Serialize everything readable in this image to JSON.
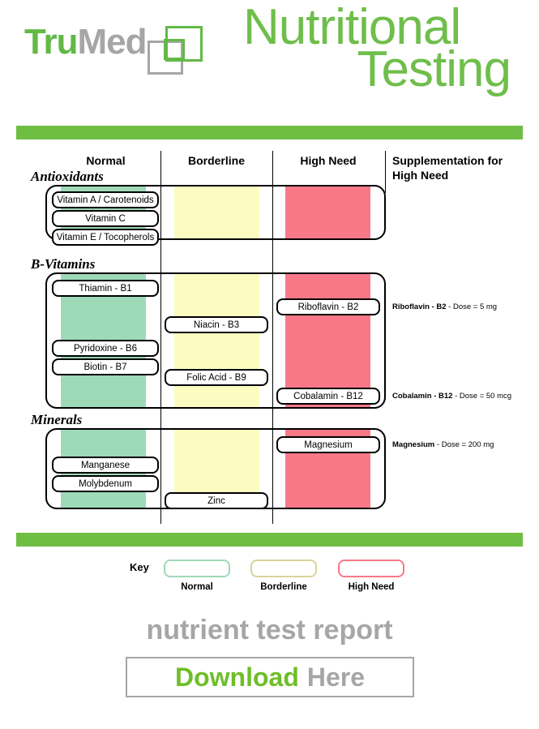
{
  "brand": {
    "name_part1": "Tru",
    "name_part2": "Med",
    "title_line1": "Nutritional",
    "title_line2": "Testing"
  },
  "colors": {
    "brand_green": "#62b946",
    "brand_gray": "#a6a6a6",
    "rule_green": "#6fbe44",
    "band_normal": "#9ed9b8",
    "band_borderline": "#fcfcc0",
    "band_high_need": "#f87888"
  },
  "columns": {
    "normal": "Normal",
    "borderline": "Borderline",
    "high_need": "High Need",
    "supplementation": "Supplementation for High Need"
  },
  "sections": [
    {
      "label": "Antioxidants",
      "nutrients": [
        {
          "name": "Vitamin A / Carotenoids",
          "status": "Normal"
        },
        {
          "name": "Vitamin C",
          "status": "Normal"
        },
        {
          "name": "Vitamin E / Tocopherols",
          "status": "Normal"
        }
      ]
    },
    {
      "label": "B-Vitamins",
      "nutrients": [
        {
          "name": "Thiamin - B1",
          "status": "Normal"
        },
        {
          "name": "Riboflavin - B2",
          "status": "High Need"
        },
        {
          "name": "Niacin - B3",
          "status": "Borderline"
        },
        {
          "name": "Pyridoxine - B6",
          "status": "Normal"
        },
        {
          "name": "Biotin - B7",
          "status": "Normal"
        },
        {
          "name": "Folic Acid - B9",
          "status": "Borderline"
        },
        {
          "name": "Cobalamin - B12",
          "status": "High Need"
        }
      ]
    },
    {
      "label": "Minerals",
      "nutrients": [
        {
          "name": "Magnesium",
          "status": "High Need"
        },
        {
          "name": "Manganese",
          "status": "Normal"
        },
        {
          "name": "Molybdenum",
          "status": "Normal"
        },
        {
          "name": "Zinc",
          "status": "Borderline"
        }
      ]
    }
  ],
  "supplementation": [
    {
      "nutrient": "Riboflavin - B2",
      "dose": " - Dose = 5 mg"
    },
    {
      "nutrient": "Cobalamin - B12",
      "dose": " - Dose = 50 mcg"
    },
    {
      "nutrient": "Magnesium",
      "dose": " - Dose = 200 mg"
    }
  ],
  "key": {
    "label": "Key",
    "normal": "Normal",
    "borderline": "Borderline",
    "high_need": "High Need"
  },
  "footer": {
    "title": "nutrient test report",
    "button_action": "Download",
    "button_target": "Here"
  }
}
